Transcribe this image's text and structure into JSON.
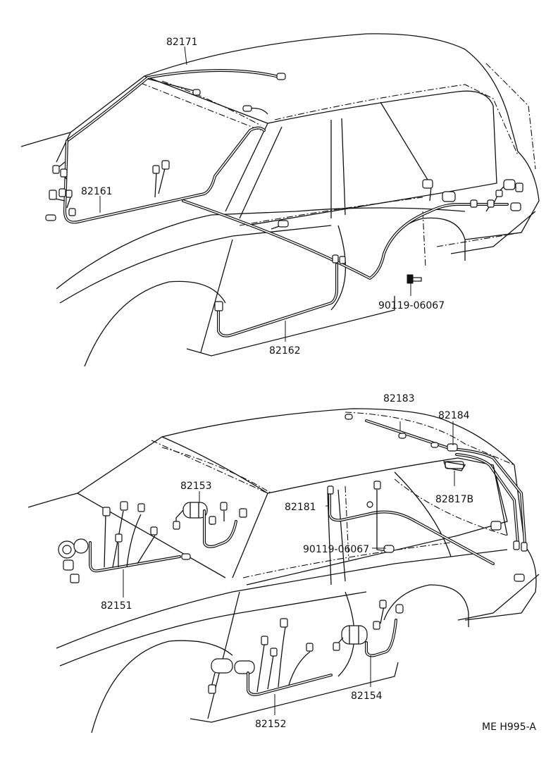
{
  "diagram": {
    "part_labels": {
      "p82171": "82171",
      "p82161": "82161",
      "p82162": "82162",
      "p90119_top": "90119-06067",
      "p82183": "82183",
      "p82184": "82184",
      "p82817b": "82817B",
      "p82153": "82153",
      "p82181": "82181",
      "p90119_bottom": "90119-06067",
      "p82151": "82151",
      "p82154": "82154",
      "p82152": "82152"
    },
    "figure_code": "ME H995-A"
  }
}
